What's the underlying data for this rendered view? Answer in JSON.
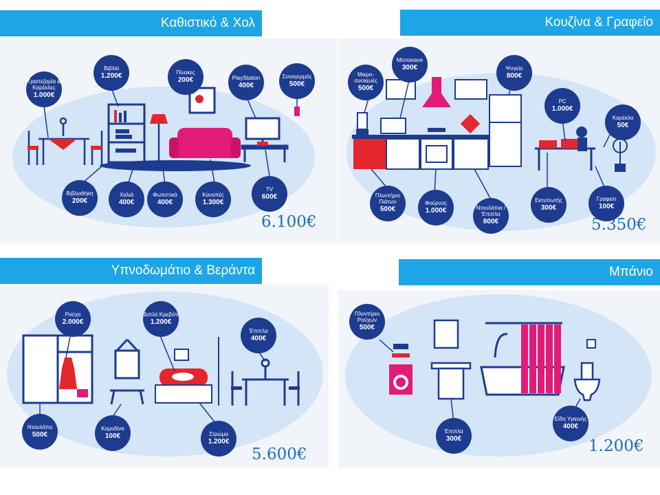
{
  "colors": {
    "header": "#1ea5e6",
    "badge": "#1d3b8f",
    "total": "#1e6fb5",
    "accent": "#e21b78",
    "red": "#e4262e",
    "blob": "#d3e5f6"
  },
  "sections": [
    {
      "title": "Καθιστικό & Χολ",
      "total": "6.100€",
      "items": [
        {
          "name": "Τραπεζαρία & Καρέκλες",
          "price": "1.000€"
        },
        {
          "name": "Βιβλία",
          "price": "1.200€"
        },
        {
          "name": "Πίνακες",
          "price": "200€"
        },
        {
          "name": "PlayStation",
          "price": "400€"
        },
        {
          "name": "Συναγερμός",
          "price": "500€"
        },
        {
          "name": "Βιβλιοθήκη",
          "price": "200€"
        },
        {
          "name": "Χαλιά",
          "price": "400€"
        },
        {
          "name": "Φωτιστικά",
          "price": "400€"
        },
        {
          "name": "Καναπές",
          "price": "1.300€"
        },
        {
          "name": "TV",
          "price": "600€"
        }
      ]
    },
    {
      "title": "Κουζίνα & Γραφείο",
      "total": "5.350€",
      "items": [
        {
          "name": "Μικρο-συσκευές",
          "price": "500€"
        },
        {
          "name": "Microwave",
          "price": "300€"
        },
        {
          "name": "Ψυγείο",
          "price": "800€"
        },
        {
          "name": "PC",
          "price": "1.000€"
        },
        {
          "name": "Καρέκλα",
          "price": "50€"
        },
        {
          "name": "Πλυντήριο Πιάτων",
          "price": "500€"
        },
        {
          "name": "Φούρνος",
          "price": "1.000€"
        },
        {
          "name": "Ντουλάπια /Έπιπλα",
          "price": "800€"
        },
        {
          "name": "Εκτυπωτής",
          "price": "300€"
        },
        {
          "name": "Γραφείο",
          "price": "100€"
        }
      ]
    },
    {
      "title": "Υπνοδωμάτιο & Βεράντα",
      "total": "5.600€",
      "items": [
        {
          "name": "Ρούχα",
          "price": "2.000€"
        },
        {
          "name": "Διπλό Κρεβάτι",
          "price": "1.200€"
        },
        {
          "name": "Έπιπλα",
          "price": "400€"
        },
        {
          "name": "Ντουλάπα",
          "price": "500€"
        },
        {
          "name": "Κομοδίνα",
          "price": "100€"
        },
        {
          "name": "Στρώμα",
          "price": "1.200€"
        }
      ]
    },
    {
      "title": "Μπάνιο",
      "total": "1.200€",
      "items": [
        {
          "name": "Πλυντήριο Ρούχων",
          "price": "500€"
        },
        {
          "name": "Έπιπλα",
          "price": "300€"
        },
        {
          "name": "Είδη Υγιεινής",
          "price": "400€"
        }
      ]
    }
  ]
}
